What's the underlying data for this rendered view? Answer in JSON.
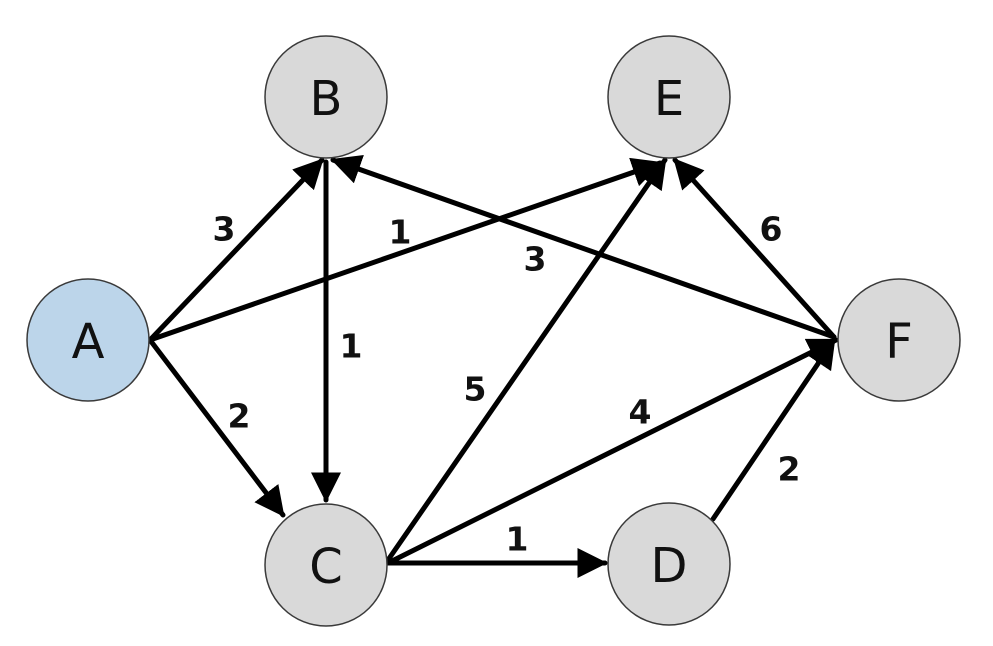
{
  "colors": {
    "start_node": "#bcd5ea",
    "node": "#d9d9d9",
    "edge": "#000000"
  },
  "nodes": [
    {
      "id": "A",
      "label": "A",
      "start": true
    },
    {
      "id": "B",
      "label": "B"
    },
    {
      "id": "C",
      "label": "C"
    },
    {
      "id": "D",
      "label": "D"
    },
    {
      "id": "E",
      "label": "E"
    },
    {
      "id": "F",
      "label": "F"
    }
  ],
  "edges": [
    {
      "from": "A",
      "to": "B",
      "weight": "3"
    },
    {
      "from": "A",
      "to": "C",
      "weight": "2"
    },
    {
      "from": "A",
      "to": "E",
      "weight": "1"
    },
    {
      "from": "B",
      "to": "C",
      "weight": "1"
    },
    {
      "from": "F",
      "to": "B",
      "weight": "3"
    },
    {
      "from": "C",
      "to": "E",
      "weight": "5"
    },
    {
      "from": "C",
      "to": "F",
      "weight": "4"
    },
    {
      "from": "C",
      "to": "D",
      "weight": "1"
    },
    {
      "from": "D",
      "to": "F",
      "weight": "2"
    },
    {
      "from": "F",
      "to": "E",
      "weight": "6"
    }
  ]
}
